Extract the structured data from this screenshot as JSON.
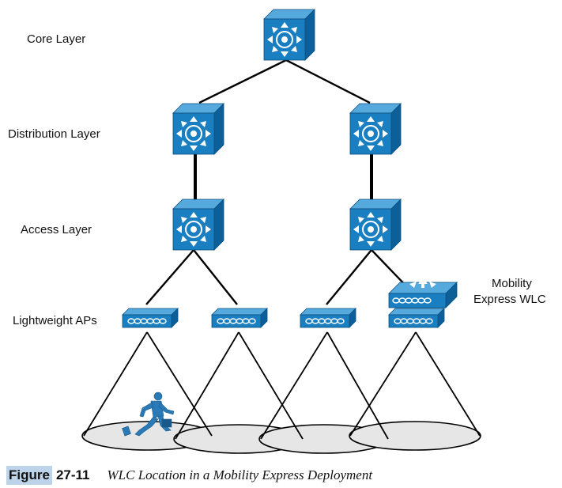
{
  "layers": {
    "core": "Core Layer",
    "distribution": "Distribution Layer",
    "access": "Access Layer",
    "aps": "Lightweight APs"
  },
  "wlc_label": [
    "Mobility",
    "Express WLC"
  ],
  "caption": {
    "tag": "Figure",
    "number": "27-11",
    "title": "WLC Location in a Mobility Express Deployment"
  },
  "colors": {
    "device_front": "#1a7fc1",
    "device_top": "#56a9dc",
    "device_side": "#0d5f99",
    "coverage_fill": "#e6e6e6",
    "person": "#2a7ab8",
    "caption_highlight": "#bcd3ea"
  },
  "icons": [
    "switch-icon",
    "access-point-icon",
    "wlc-icon",
    "person-icon"
  ]
}
